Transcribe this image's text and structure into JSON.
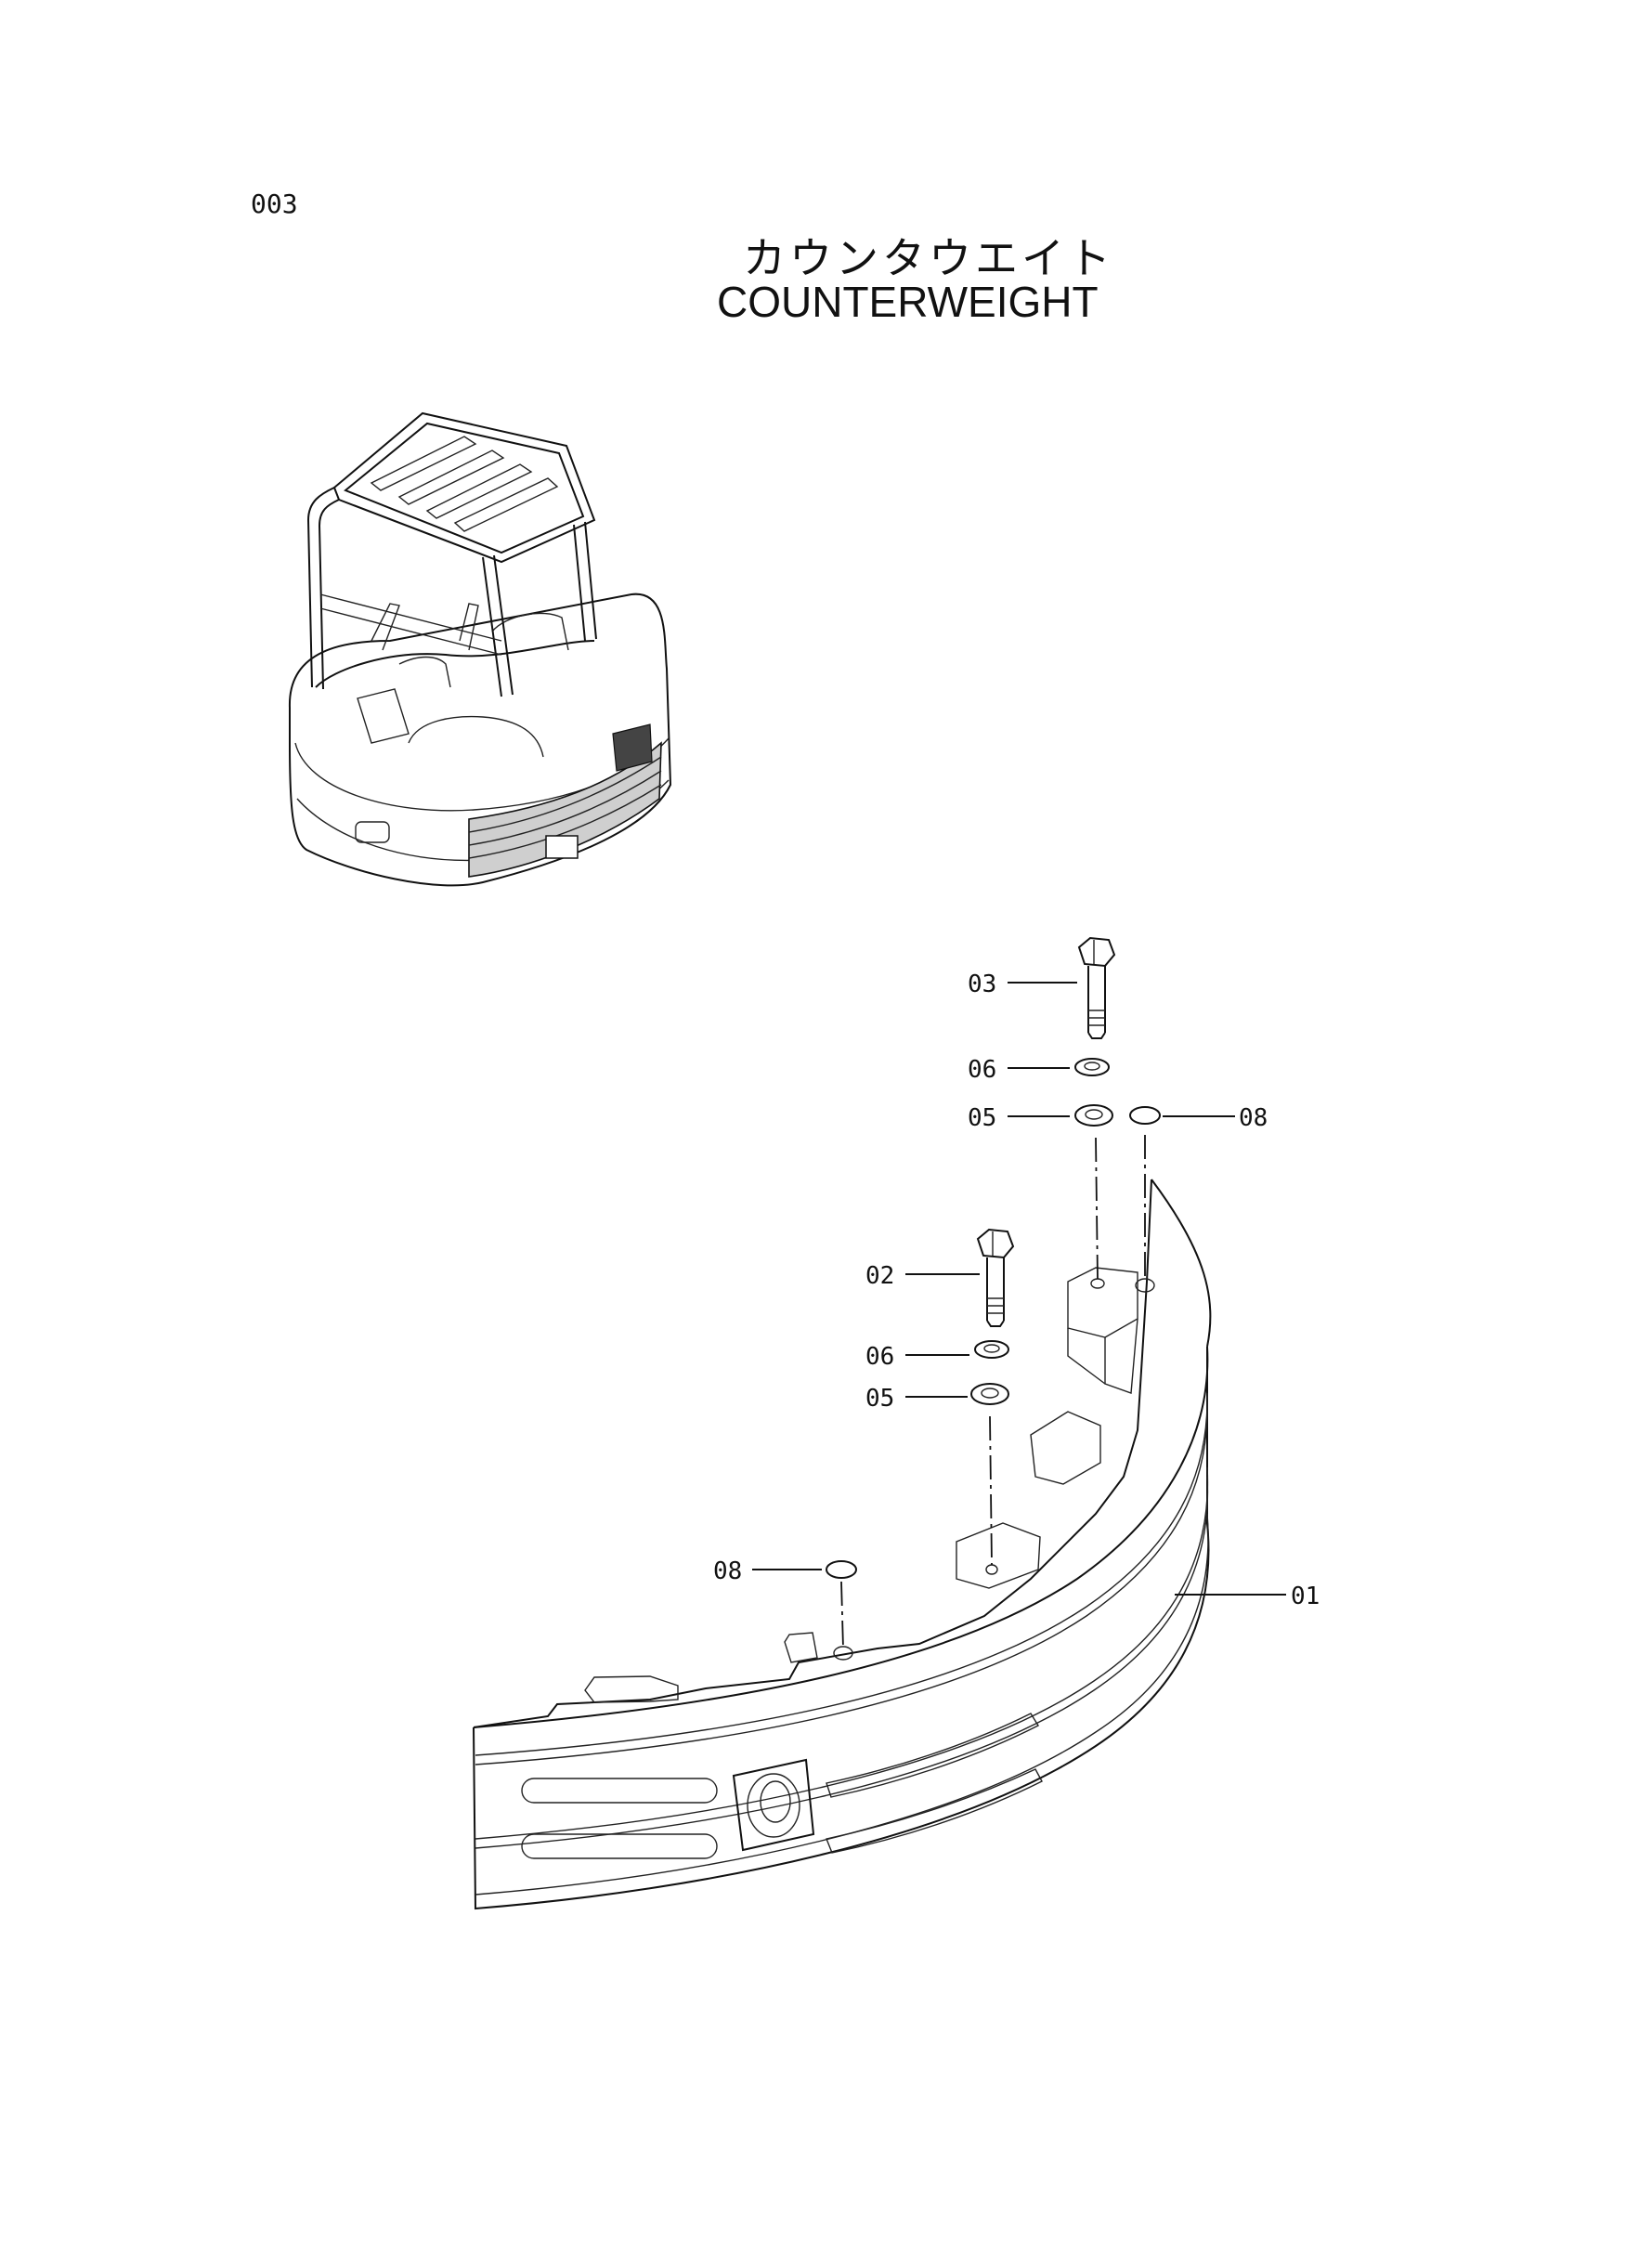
{
  "page": {
    "number": "003"
  },
  "title": {
    "japanese": "カウンタウエイト",
    "english": "COUNTERWEIGHT"
  },
  "callouts": [
    {
      "id": "c03",
      "label": "03"
    },
    {
      "id": "c06a",
      "label": "06"
    },
    {
      "id": "c05a",
      "label": "05"
    },
    {
      "id": "c08a",
      "label": "08"
    },
    {
      "id": "c02",
      "label": "02"
    },
    {
      "id": "c06b",
      "label": "06"
    },
    {
      "id": "c05b",
      "label": "05"
    },
    {
      "id": "c08b",
      "label": "08"
    },
    {
      "id": "c01",
      "label": "01"
    }
  ]
}
